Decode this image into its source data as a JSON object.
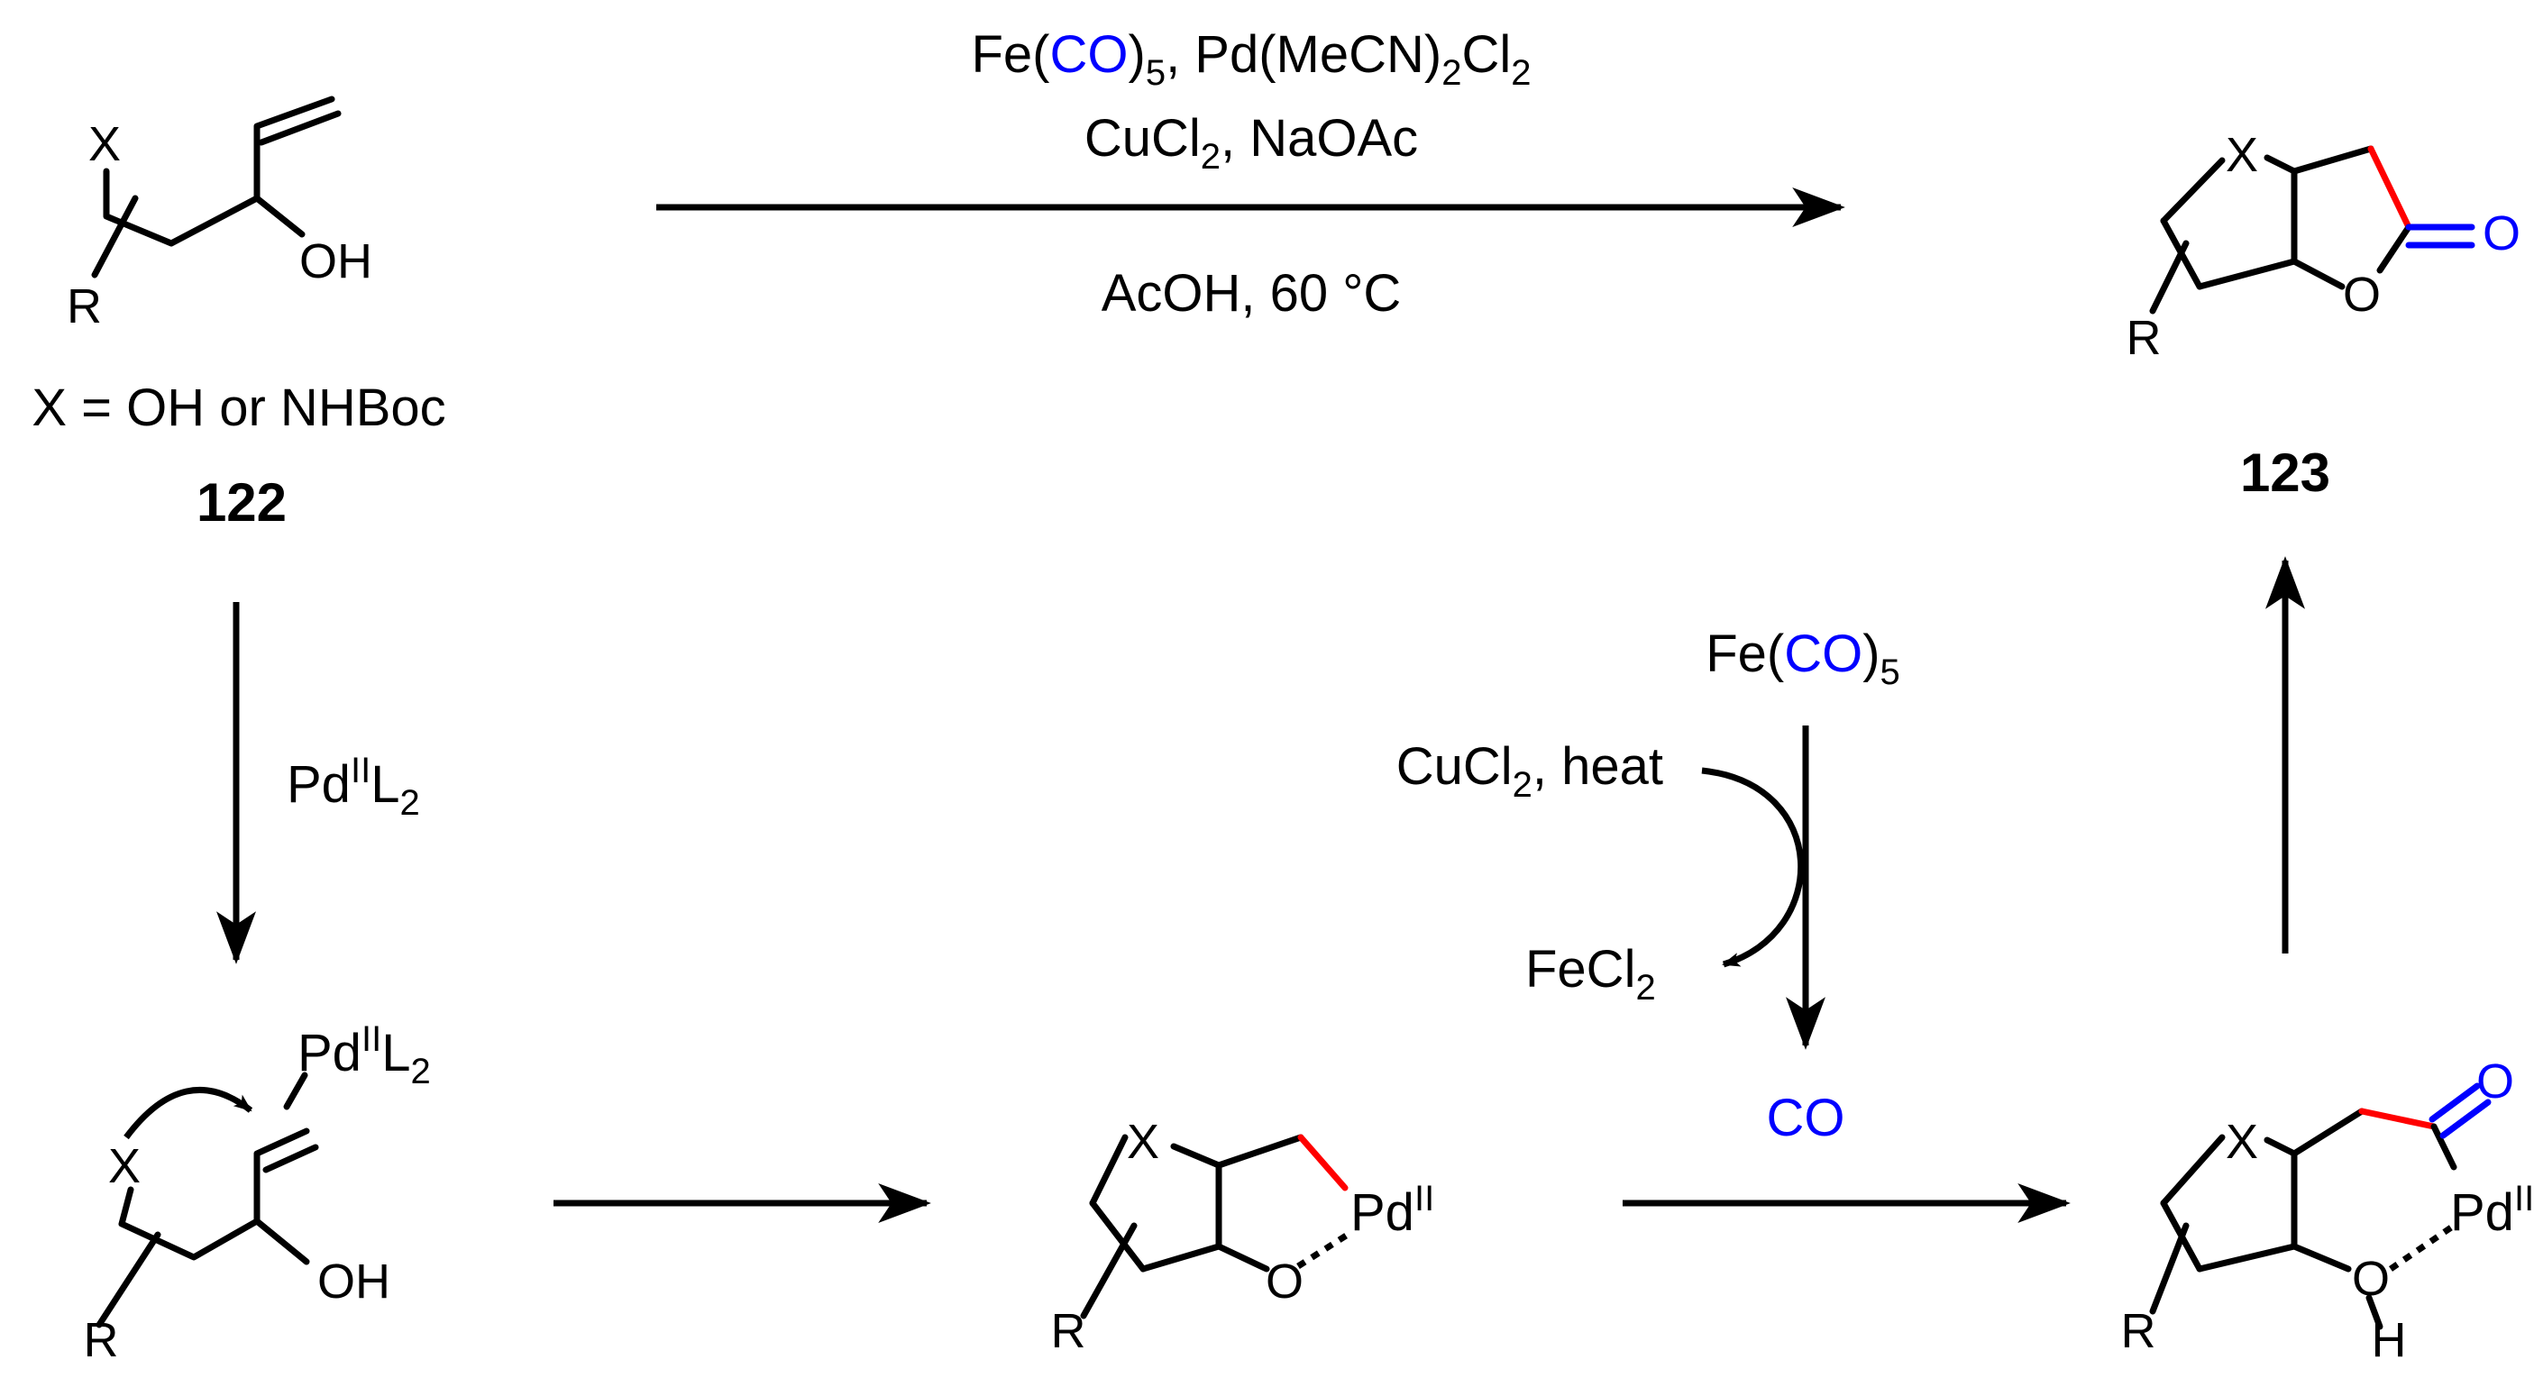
{
  "colors": {
    "bond": "#000000",
    "new_cc_bond": "#ff0000",
    "carbonyl": "#0000ff",
    "co_text": "#0000ff"
  },
  "top_reaction": {
    "reagents_line1": {
      "a": "Fe(",
      "co": "CO",
      "b": ")",
      "b_sub": "5",
      "c": ", Pd(MeCN)",
      "c_sub": "2",
      "d": "Cl",
      "d_sub": "2"
    },
    "reagents_line2": {
      "a": "CuCl",
      "a_sub": "2",
      "b": ", NaOAc"
    },
    "conditions": "AcOH, 60 °C"
  },
  "starting_material": {
    "atoms": {
      "x": "X",
      "oh": "OH",
      "r": "R"
    },
    "definition": "X = OH or NHBoc",
    "label": "122"
  },
  "product": {
    "atoms": {
      "x": "X",
      "o_ring": "O",
      "o_carbonyl": "O",
      "r": "R"
    },
    "label": "123"
  },
  "step1": {
    "reagent_main": "Pd",
    "reagent_sup": "II",
    "reagent_l": "L",
    "reagent_sub": "2"
  },
  "complex_pi": {
    "atoms": {
      "pd": "Pd",
      "pd_sup": "II",
      "l": "L",
      "l_sub": "2",
      "x": "X",
      "oh": "OH",
      "r": "R"
    }
  },
  "palladacycle": {
    "atoms": {
      "x": "X",
      "o": "O",
      "pd": "Pd",
      "pd_sup": "II",
      "r": "R"
    }
  },
  "co_generation": {
    "source": {
      "a": "Fe(",
      "co": "CO",
      "b": ")",
      "sub": "5"
    },
    "oxidant": {
      "a": "CuCl",
      "sub": "2",
      "b": ", heat"
    },
    "byproduct": {
      "a": "FeCl",
      "sub": "2"
    },
    "released": "CO"
  },
  "acyl_pd": {
    "atoms": {
      "x": "X",
      "o_carbonyl": "O",
      "o_h": "O",
      "h": "H",
      "pd": "Pd",
      "pd_sup": "II",
      "r": "R"
    }
  }
}
